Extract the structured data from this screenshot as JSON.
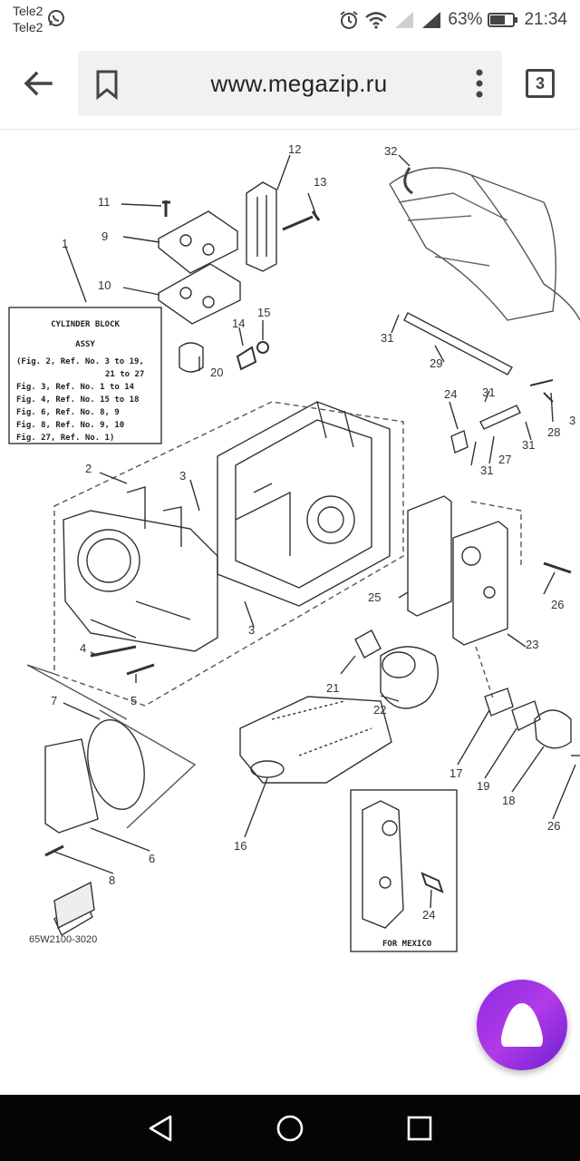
{
  "status_bar": {
    "carrier_1": "Tele2",
    "carrier_2": "Tele2",
    "battery": "63%",
    "time": "21:34",
    "icons": [
      "whatsapp-icon",
      "alarm-icon",
      "wifi-icon",
      "signal-icon",
      "battery-icon"
    ]
  },
  "browser": {
    "url": "www.megazip.ru",
    "tab_count": "3",
    "icons": [
      "back-arrow-icon",
      "bookmark-icon",
      "menu-dots-icon"
    ]
  },
  "diagram": {
    "box_title_1": "CYLINDER BLOCK",
    "box_title_2": "ASSY",
    "box_lines": [
      "(Fig. 2, Ref. No. 3 to 19,",
      "21 to 27",
      "Fig. 3, Ref. No. 1 to 14",
      "Fig. 4, Ref. No. 15 to 18",
      "Fig. 6, Ref. No. 8, 9",
      "Fig. 8, Ref. No. 9, 10",
      "Fig. 27, Ref. No. 1)"
    ],
    "part_numbers": [
      "12",
      "13",
      "32",
      "11",
      "9",
      "1",
      "10",
      "14",
      "15",
      "20",
      "31",
      "29",
      "24",
      "31",
      "28",
      "3",
      "31",
      "27",
      "31",
      "2",
      "3",
      "26",
      "25",
      "3",
      "23",
      "4",
      "5",
      "21",
      "22",
      "7",
      "17",
      "19",
      "18",
      "16",
      "6",
      "26",
      "8",
      "24"
    ],
    "mexico_label": "FOR MEXICO",
    "drawing_code": "65W2100-3020"
  },
  "nav_bar": {
    "icons": [
      "back-triangle-icon",
      "home-circle-icon",
      "recents-square-icon"
    ]
  },
  "assistant": {
    "icon": "alice-assistant-icon"
  }
}
